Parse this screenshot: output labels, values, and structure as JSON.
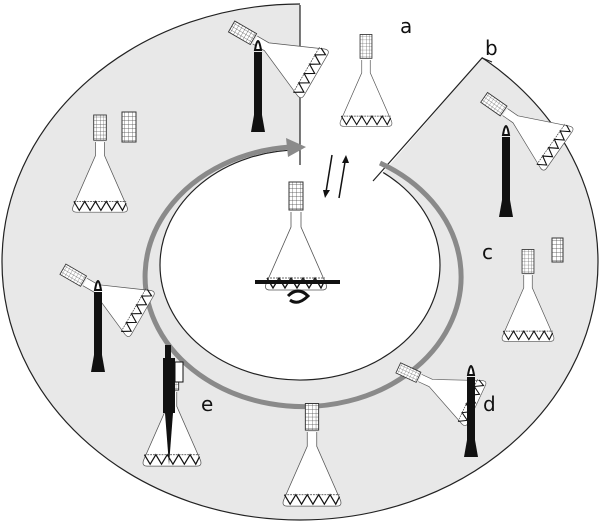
{
  "labels": {
    "a": "a",
    "b": "b",
    "c": "c",
    "d": "d",
    "e": "e"
  },
  "colors": {
    "ring": "#e8e8e8",
    "arrow": "#8a8a8a",
    "outline": "#222222"
  }
}
